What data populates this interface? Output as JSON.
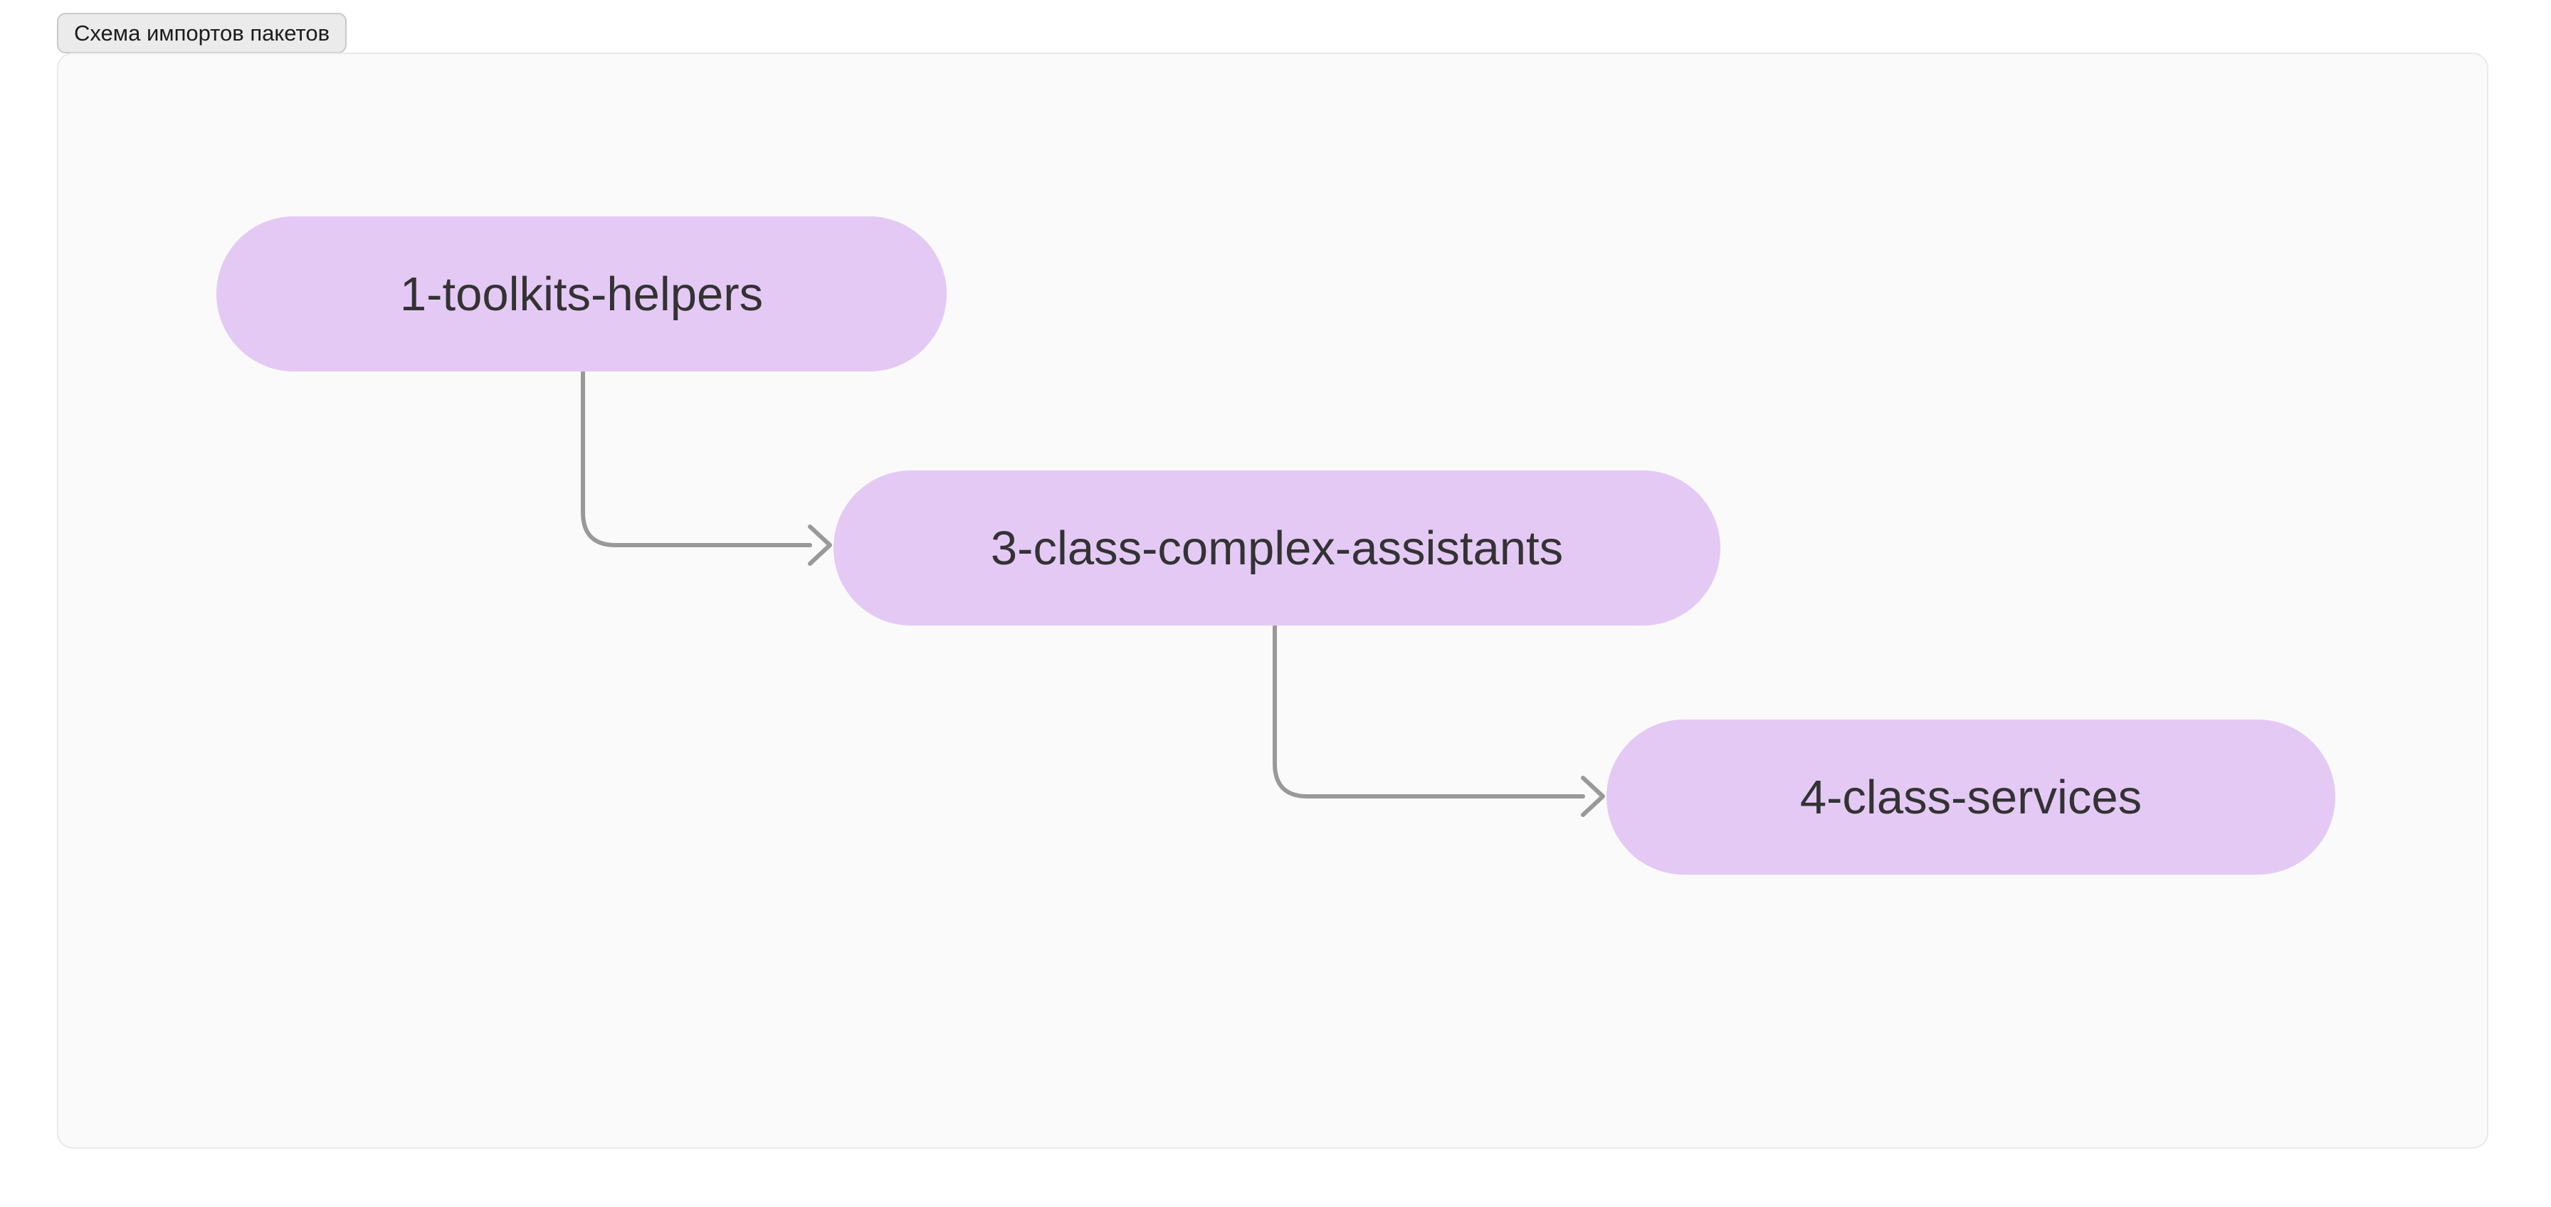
{
  "header": {
    "badge_label": "Схема импортов пакетов"
  },
  "diagram": {
    "type": "flowchart",
    "direction": "top-down-staircase",
    "nodes": [
      {
        "id": "1-toolkits-helpers",
        "label": "1-toolkits-helpers"
      },
      {
        "id": "3-class-complex-assistants",
        "label": "3-class-complex-assistants"
      },
      {
        "id": "4-class-services",
        "label": "4-class-services"
      }
    ],
    "edges": [
      {
        "from": "1-toolkits-helpers",
        "to": "3-class-complex-assistants"
      },
      {
        "from": "3-class-complex-assistants",
        "to": "4-class-services"
      }
    ],
    "colors": {
      "node_fill": "#e4c9f5",
      "node_text": "#333333",
      "edge": "#999999",
      "panel_bg": "#fafafa",
      "panel_border": "#e9e9e9",
      "badge_bg": "#ebebeb",
      "badge_border": "#c9c9c9"
    }
  }
}
